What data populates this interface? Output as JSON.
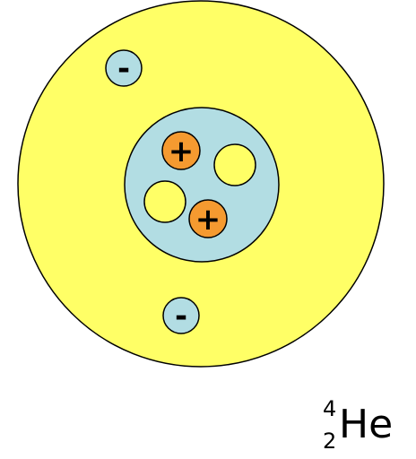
{
  "atom": {
    "colors": {
      "electron_cloud": "#ffff66",
      "nucleus": "#b2dde3",
      "proton": "#f59a30",
      "neutron": "#ffff66",
      "outline": "#000000"
    },
    "electrons": [
      {
        "sign": "-"
      },
      {
        "sign": "-"
      }
    ],
    "protons": [
      {
        "sign": "+"
      },
      {
        "sign": "+"
      }
    ],
    "neutron_count": 2
  },
  "notation": {
    "mass_number": "4",
    "atomic_number": "2",
    "symbol": "He"
  }
}
